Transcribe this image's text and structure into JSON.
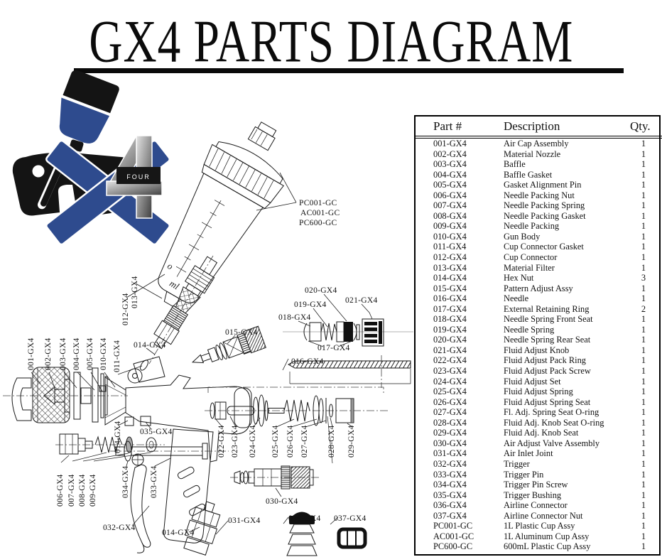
{
  "title": "GX4 PARTS DIAGRAM",
  "logo": {
    "four_label": "FOUR",
    "blue": "#2e4b8e",
    "gray_light": "#d9d9d9",
    "gray_dark": "#4a4a4a"
  },
  "diagram": {
    "cup_labels": [
      "PC001-GC",
      "AC001-GC",
      "PC600-GC"
    ],
    "cup_scale_o": "o",
    "cup_scale_ml": "ml",
    "part_labels": [
      "001-GX4",
      "002-GX4",
      "003-GX4",
      "004-GX4",
      "005-GX4",
      "010-GX4",
      "011-GX4",
      "012-GX4",
      "013-GX4",
      "014-GX4",
      "015-GX4",
      "016-GX4",
      "017-GX4",
      "018-GX4",
      "019-GX4",
      "020-GX4",
      "021-GX4",
      "022-GX4",
      "023-GX4",
      "024-GX4",
      "025-GX4",
      "026-GX4",
      "027-GX4",
      "028-GX4",
      "029-GX4",
      "006-GX4",
      "007-GX4",
      "008-GX4",
      "009-GX4",
      "014-GX4",
      "035-GX4",
      "034-GX4",
      "033-GX4",
      "032-GX4",
      "014-GX4",
      "031-GX4",
      "030-GX4",
      "036-GX4",
      "037-GX4"
    ]
  },
  "table": {
    "headers": [
      "Part #",
      "Description",
      "Qty."
    ],
    "rows": [
      [
        "001-GX4",
        "Air Cap Assembly",
        "1"
      ],
      [
        "002-GX4",
        "Material Nozzle",
        "1"
      ],
      [
        "003-GX4",
        "Baffle",
        "1"
      ],
      [
        "004-GX4",
        "Baffle Gasket",
        "1"
      ],
      [
        "005-GX4",
        "Gasket Alignment Pin",
        "1"
      ],
      [
        "006-GX4",
        "Needle Packing Nut",
        "1"
      ],
      [
        "007-GX4",
        "Needle Packing Spring",
        "1"
      ],
      [
        "008-GX4",
        "Needle Packing Gasket",
        "1"
      ],
      [
        "009-GX4",
        "Needle Packing",
        "1"
      ],
      [
        "010-GX4",
        "Gun Body",
        "1"
      ],
      [
        "011-GX4",
        "Cup Connector Gasket",
        "1"
      ],
      [
        "012-GX4",
        "Cup Connector",
        "1"
      ],
      [
        "013-GX4",
        "Material Filter",
        "1"
      ],
      [
        "014-GX4",
        "Hex Nut",
        "3"
      ],
      [
        "015-GX4",
        "Pattern Adjust Assy",
        "1"
      ],
      [
        "016-GX4",
        "Needle",
        "1"
      ],
      [
        "017-GX4",
        "External Retaining Ring",
        "2"
      ],
      [
        "018-GX4",
        "Needle Spring Front Seat",
        "1"
      ],
      [
        "019-GX4",
        "Needle Spring",
        "1"
      ],
      [
        "020-GX4",
        "Needle Spring Rear Seat",
        "1"
      ],
      [
        "021-GX4",
        "Fluid Adjust Knob",
        "1"
      ],
      [
        "022-GX4",
        "Fluid Adjust Pack Ring",
        "1"
      ],
      [
        "023-GX4",
        "Fluid Adjust Pack Screw",
        "1"
      ],
      [
        "024-GX4",
        "Fluid Adjust Set",
        "1"
      ],
      [
        "025-GX4",
        "Fluid Adjust Spring",
        "1"
      ],
      [
        "026-GX4",
        "Fluid Adjust Spring Seat",
        "1"
      ],
      [
        "027-GX4",
        "Fl. Adj. Spring Seat O-ring",
        "1"
      ],
      [
        "028-GX4",
        "Fluid Adj. Knob Seat O-ring",
        "1"
      ],
      [
        "029-GX4",
        "Fluid Adj. Knob Seat",
        "1"
      ],
      [
        "030-GX4",
        "Air Adjust Valve Assembly",
        "1"
      ],
      [
        "031-GX4",
        "Air Inlet Joint",
        "1"
      ],
      [
        "032-GX4",
        "Trigger",
        "1"
      ],
      [
        "033-GX4",
        "Trigger Pin",
        "1"
      ],
      [
        "034-GX4",
        "Trigger Pin Screw",
        "1"
      ],
      [
        "035-GX4",
        "Trigger Bushing",
        "1"
      ],
      [
        "036-GX4",
        "Airline Connector",
        "1"
      ],
      [
        "037-GX4",
        "Airline Connector Nut",
        "1"
      ],
      [
        "PC001-GC",
        "1L Plastic Cup Assy",
        "1"
      ],
      [
        "AC001-GC",
        "1L Aluminum Cup Assy",
        "1"
      ],
      [
        "PC600-GC",
        "600mL Plastic Cup Assy",
        "1"
      ]
    ]
  }
}
